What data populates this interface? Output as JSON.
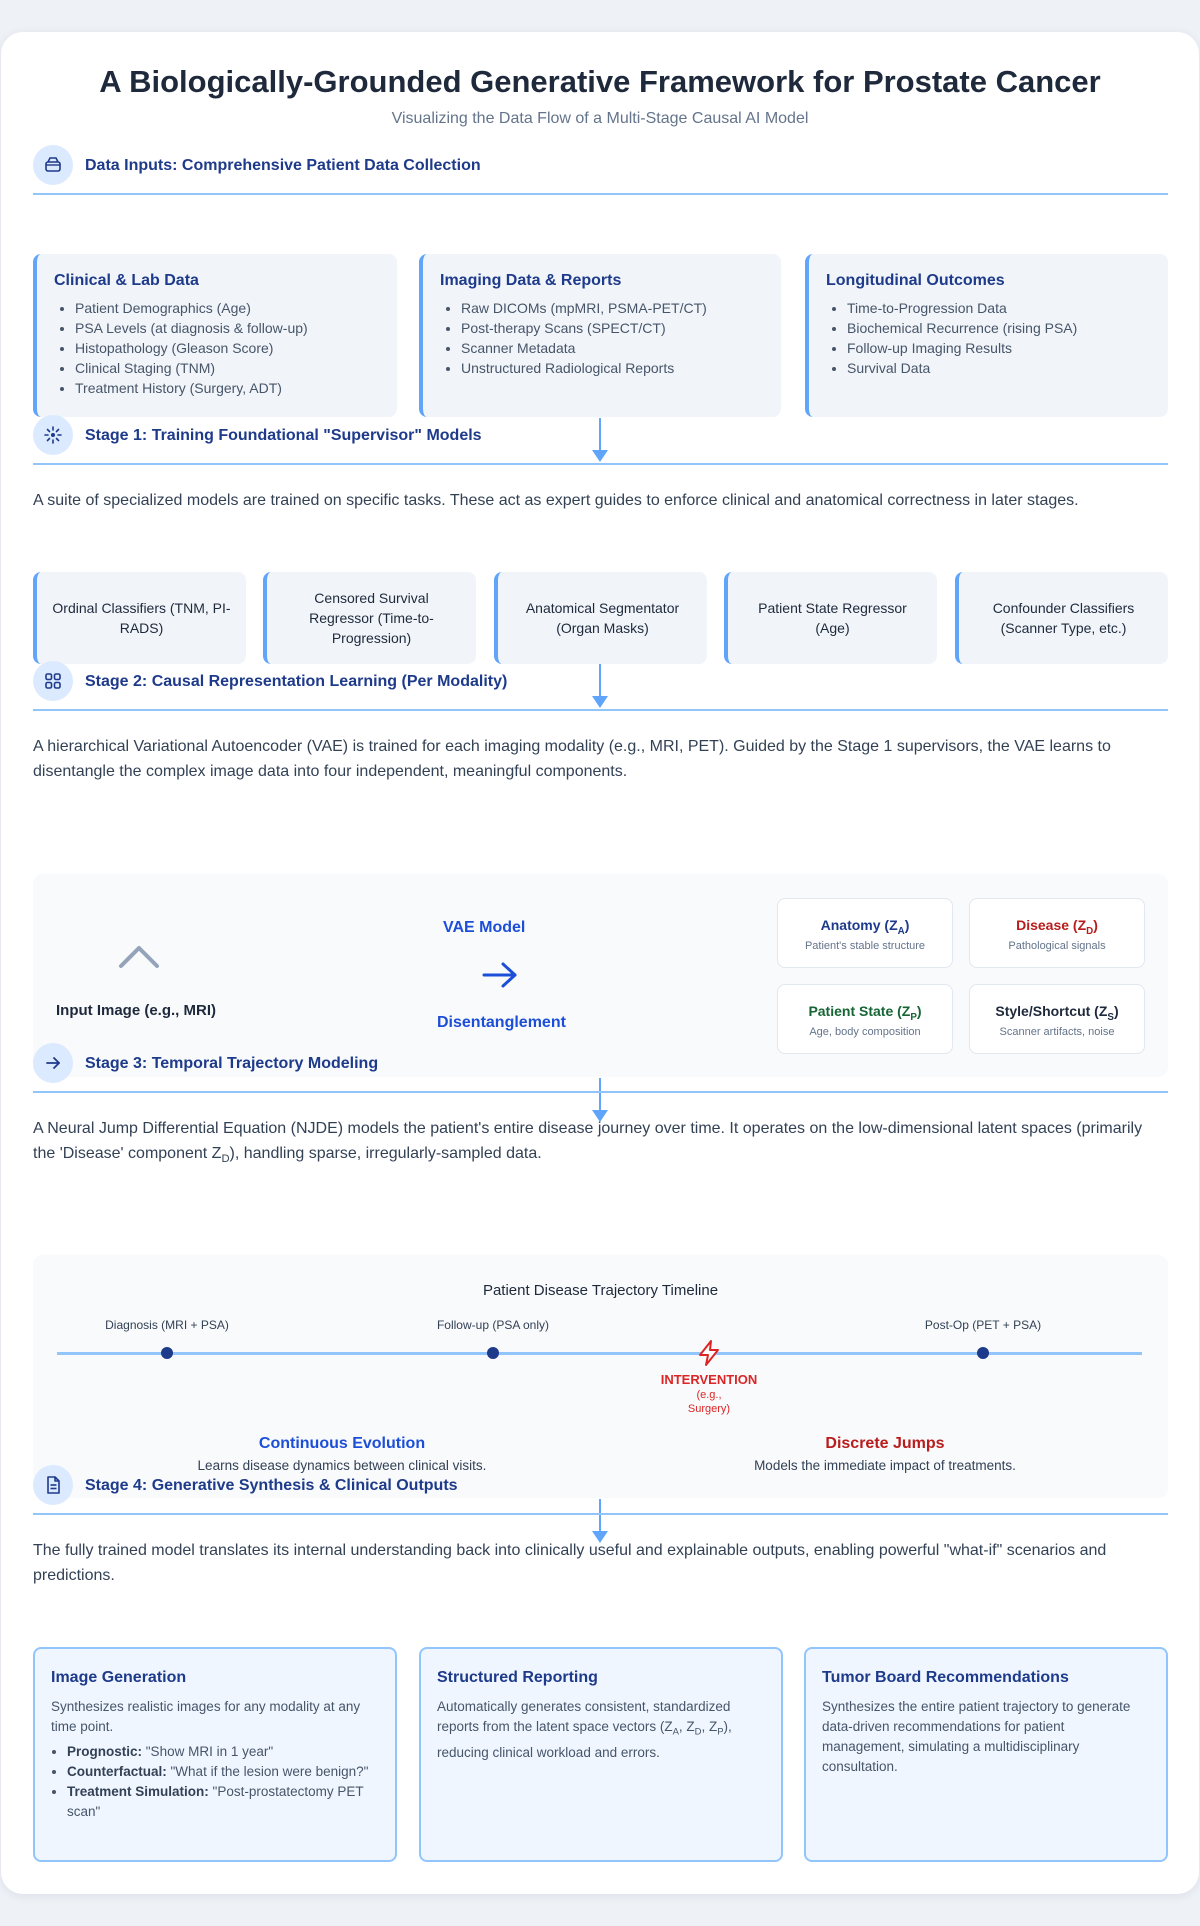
{
  "title": "A Biologically-Grounded Generative Framework for Prostate Cancer",
  "subtitle": "Visualizing the Data Flow of a Multi-Stage Causal AI Model",
  "inputs": {
    "heading": "Data Inputs: Comprehensive Patient Data Collection",
    "boxes": [
      {
        "title": "Clinical & Lab Data",
        "items": [
          "Patient Demographics (Age)",
          "PSA Levels (at diagnosis & follow-up)",
          "Histopathology (Gleason Score)",
          "Clinical Staging (TNM)",
          "Treatment History (Surgery, ADT)"
        ]
      },
      {
        "title": "Imaging Data & Reports",
        "items": [
          "Raw DICOMs (mpMRI, PSMA-PET/CT)",
          "Post-therapy Scans (SPECT/CT)",
          "Scanner Metadata",
          "Unstructured Radiological Reports"
        ]
      },
      {
        "title": "Longitudinal Outcomes",
        "items": [
          "Time-to-Progression Data",
          "Biochemical Recurrence (rising PSA)",
          "Follow-up Imaging Results",
          "Survival Data"
        ]
      }
    ]
  },
  "stage1": {
    "heading": "Stage 1: Training Foundational \"Supervisor\" Models",
    "text": "A suite of specialized models are trained on specific tasks. These act as expert guides to enforce clinical and anatomical correctness in later stages.",
    "models": [
      "Ordinal Classifiers (TNM, PI-RADS)",
      "Censored Survival Regressor (Time-to-Progression)",
      "Anatomical Segmentator (Organ Masks)",
      "Patient State Regressor (Age)",
      "Confounder Classifiers (Scanner Type, etc.)"
    ]
  },
  "stage2": {
    "heading": "Stage 2: Causal Representation Learning (Per Modality)",
    "text": "A hierarchical Variational Autoencoder (VAE) is trained for each imaging modality (e.g., MRI, PET). Guided by the Stage 1 supervisors, the VAE learns to disentangle the complex image data into four independent, meaningful components.",
    "input_label": "Input Image (e.g., MRI)",
    "vae_label": "VAE Model",
    "disentangle_label": "Disentanglement",
    "components": [
      {
        "name": "Anatomy (Z",
        "sub": "A",
        "close": ")",
        "desc": "Patient's stable structure",
        "color": "#1e3a8a"
      },
      {
        "name": "Disease (Z",
        "sub": "D",
        "close": ")",
        "desc": "Pathological signals",
        "color": "#b91c1c"
      },
      {
        "name": "Patient State (Z",
        "sub": "P",
        "close": ")",
        "desc": "Age, body composition",
        "color": "#166534"
      },
      {
        "name": "Style/Shortcut (Z",
        "sub": "S",
        "close": ")",
        "desc": "Scanner artifacts, noise",
        "color": "#1e293b"
      }
    ]
  },
  "stage3": {
    "heading": "Stage 3: Temporal Trajectory Modeling",
    "text_a": "A Neural Jump Differential Equation (NJDE) models the patient's entire disease journey over time. It operates on the low-dimensional latent spaces (primarily the 'Disease' component Z",
    "text_sub": "D",
    "text_b": "), handling sparse, irregularly-sampled data.",
    "timeline_title": "Patient Disease Trajectory Timeline",
    "events": [
      "Diagnosis (MRI + PSA)",
      "Follow-up (PSA only)",
      "Post-Op (PET + PSA)"
    ],
    "intervention": "INTERVENTION",
    "intervention_note": "(e.g., Surgery)",
    "continuous_title": "Continuous Evolution",
    "continuous_desc": "Learns disease dynamics between clinical visits.",
    "jumps_title": "Discrete Jumps",
    "jumps_desc": "Models the immediate impact of treatments."
  },
  "stage4": {
    "heading": "Stage 4: Generative Synthesis & Clinical Outputs",
    "text": "The fully trained model translates its internal understanding back into clinically useful and explainable outputs, enabling powerful \"what-if\" scenarios and predictions.",
    "image_gen": {
      "title": "Image Generation",
      "desc": "Synthesizes realistic images for any modality at any time point.",
      "items": [
        {
          "label": "Prognostic:",
          "text": " \"Show MRI in 1 year\""
        },
        {
          "label": "Counterfactual:",
          "text": " \"What if the lesion were benign?\""
        },
        {
          "label": "Treatment Simulation:",
          "text": " \"Post-prostatectomy PET scan\""
        }
      ]
    },
    "reporting": {
      "title": "Structured Reporting",
      "desc_a": "Automatically generates consistent, standardized reports from the latent space vectors (Z",
      "s1": "A",
      "m1": ", Z",
      "s2": "D",
      "m2": ", Z",
      "s3": "P",
      "desc_b": "), reducing clinical workload and errors."
    },
    "tumor_board": {
      "title": "Tumor Board Recommendations",
      "desc": "Synthesizes the entire patient trajectory to generate data-driven recommendations for patient management, simulating a multidisciplinary consultation."
    }
  }
}
